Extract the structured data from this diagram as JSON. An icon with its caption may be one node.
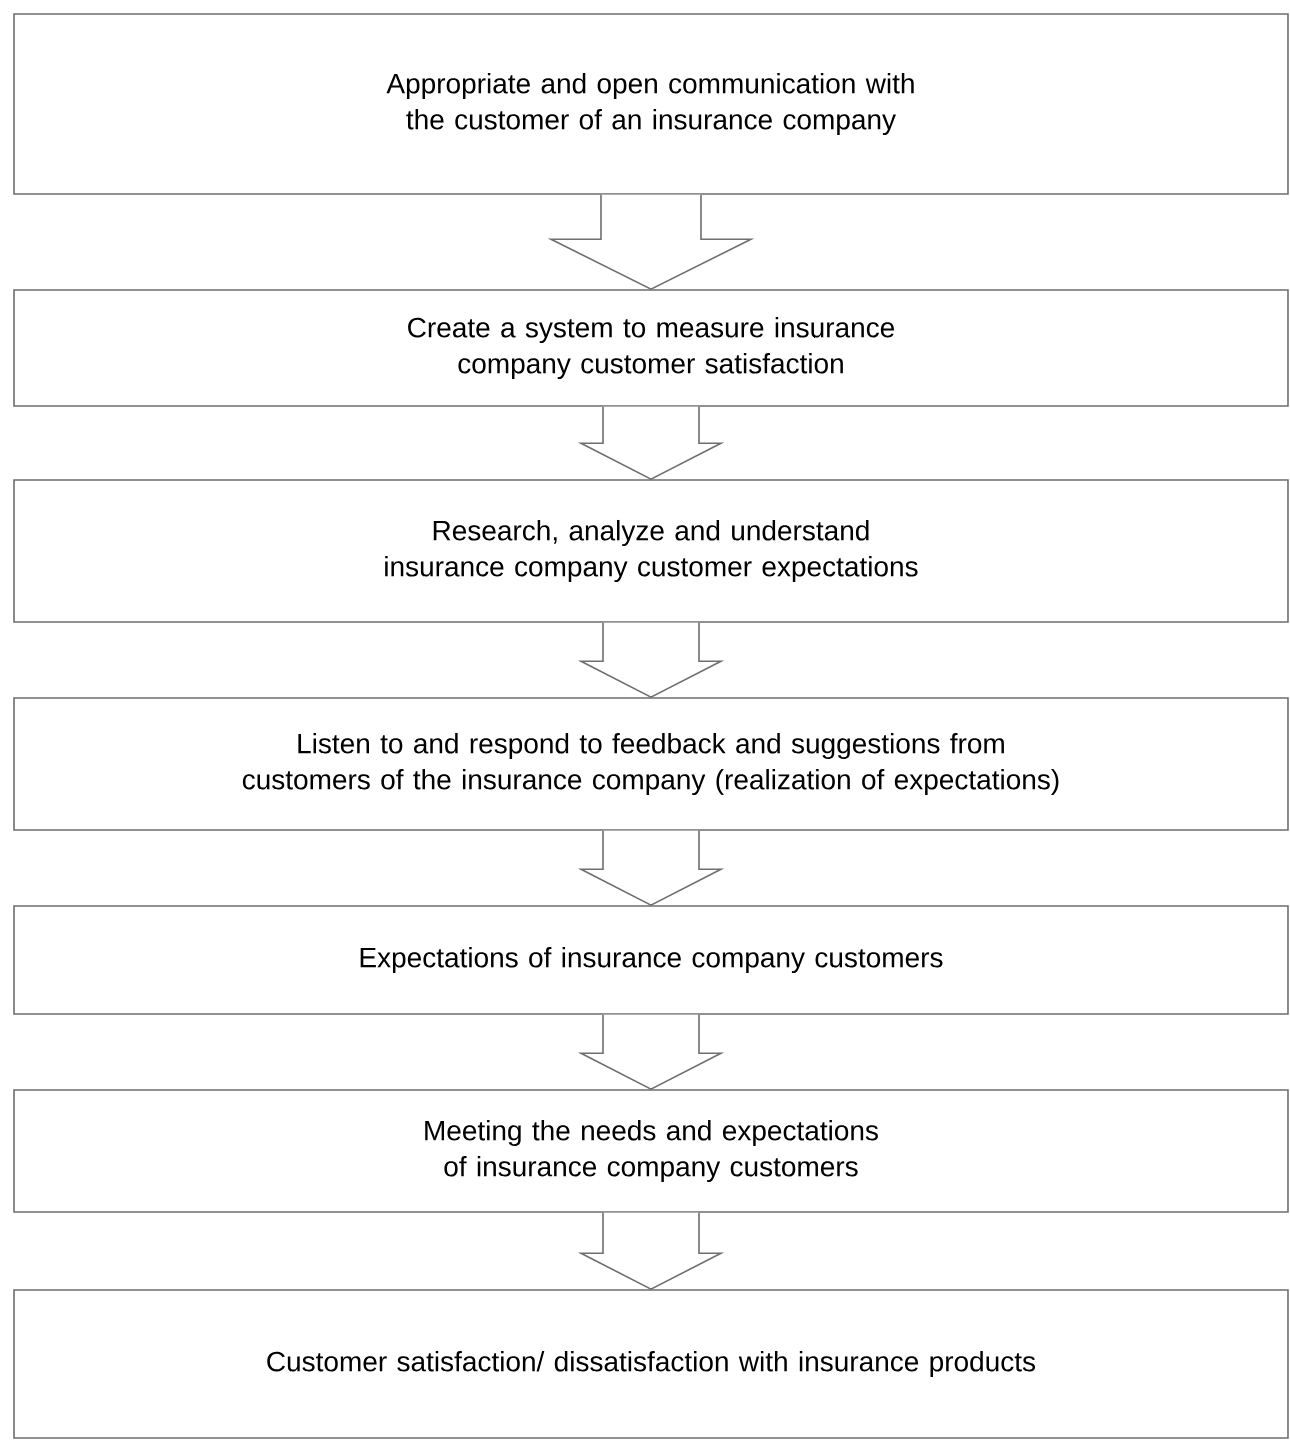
{
  "diagram": {
    "nodes": [
      {
        "text": [
          "Appropriate and open communication with the customer of an insurance company"
        ]
      },
      {
        "text": [
          "Create a system to measure insurance company customer satisfaction"
        ]
      },
      {
        "text": [
          "Research, analyze and understand insurance company customer expectations"
        ]
      },
      {
        "text": [
          "Listen to and respond to feedback and suggestions from customers of the insurance company (realization of expectations)"
        ]
      },
      {
        "text": [
          "Expectations of insurance company customers"
        ]
      },
      {
        "text": [
          "Meeting the needs and expectations of insurance company customers"
        ]
      },
      {
        "text": [
          "Customer satisfaction/ dissatisfaction with insurance products"
        ]
      }
    ],
    "edges": [
      {
        "from": 0,
        "to": 1,
        "arrow": "to"
      },
      {
        "from": 1,
        "to": 2,
        "arrow": "to"
      },
      {
        "from": 2,
        "to": 3,
        "arrow": "to"
      },
      {
        "from": 3,
        "to": 4,
        "arrow": "to"
      },
      {
        "from": 4,
        "to": 5,
        "arrow": "to"
      },
      {
        "from": 5,
        "to": 6,
        "arrow": "to"
      }
    ]
  }
}
